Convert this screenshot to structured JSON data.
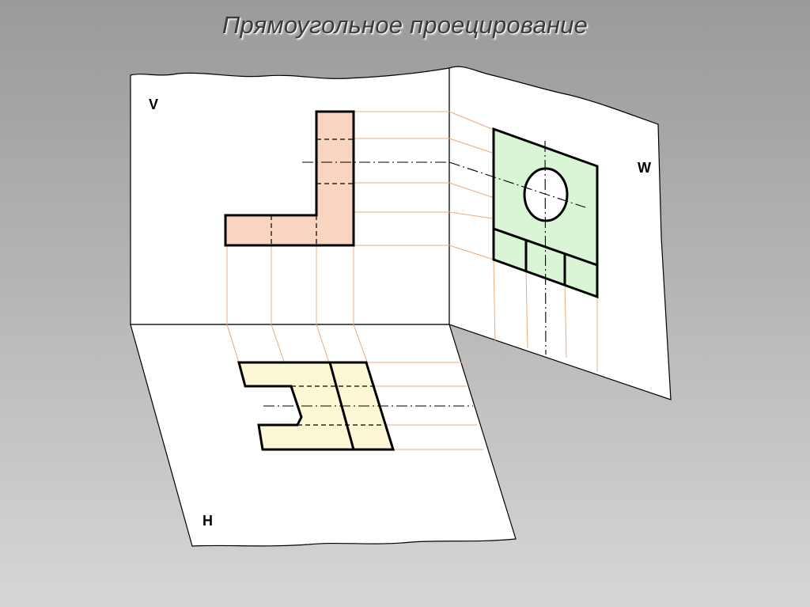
{
  "title": "Прямоугольное проецирование",
  "planes": {
    "v_label": "V",
    "w_label": "W",
    "h_label": "H"
  },
  "colors": {
    "plane_fill": "#ffffff",
    "frontal_view_fill": "#f9d4c0",
    "profile_view_fill": "#d9f5d6",
    "top_view_fill": "#fcf7d4",
    "projection_line": "#f0a878",
    "outline": "#000000"
  }
}
